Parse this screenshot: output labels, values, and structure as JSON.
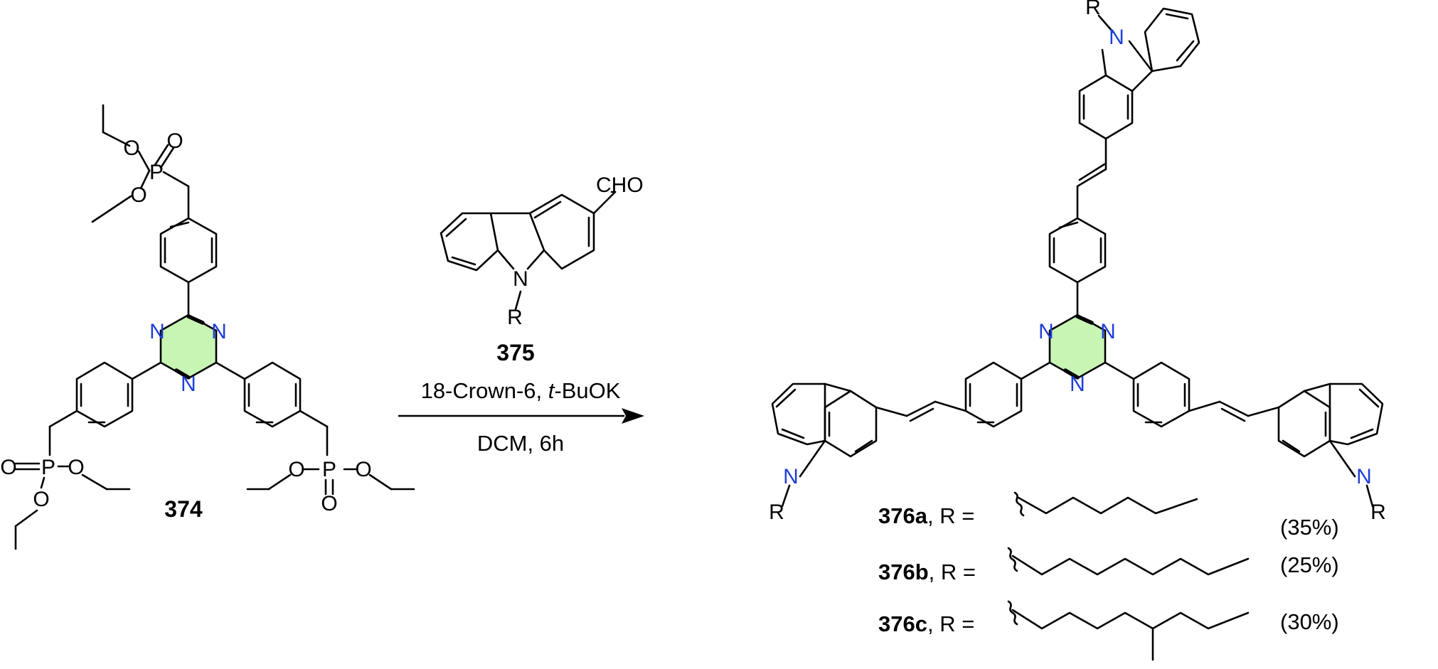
{
  "reactant": {
    "compound_number": "374"
  },
  "reagent": {
    "compound_number": "375",
    "group_label": "CHO",
    "n_substituent": "R"
  },
  "conditions": {
    "line1_prefix": "18-Crown-6, ",
    "line1_italic": "t",
    "line1_suffix": "-BuOK",
    "line2": "DCM, 6h"
  },
  "atoms": {
    "nitrogen": "N",
    "phosphorus": "P",
    "oxygen": "O",
    "r_group": "R"
  },
  "products": [
    {
      "id": "376a",
      "label_suffix": ", R =",
      "yield": "(35%)"
    },
    {
      "id": "376b",
      "label_suffix": ", R =",
      "yield": "(25%)"
    },
    {
      "id": "376c",
      "label_suffix": ", R =",
      "yield": "(30%)"
    }
  ],
  "colors": {
    "nitrogen": "#1f3fd8",
    "triazine_highlight": "#c8f5b4",
    "bond": "#000000"
  }
}
